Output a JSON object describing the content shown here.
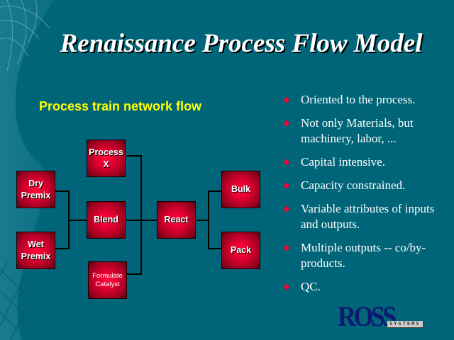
{
  "slide": {
    "title": "Renaissance Process Flow Model",
    "subtitle": "Process train network flow",
    "colors": {
      "background": "#006578",
      "title": "#ffffff",
      "subtitle": "#ffff00",
      "node_fill": "#e20030",
      "bullet": "#ff0033",
      "logo": "#0d1a70"
    }
  },
  "diagram": {
    "nodes": [
      {
        "id": "dry-premix",
        "label": "Dry\nPremix"
      },
      {
        "id": "wet-premix",
        "label": "Wet\nPremix"
      },
      {
        "id": "process-x",
        "label": "Process\nX"
      },
      {
        "id": "blend",
        "label": "Blend"
      },
      {
        "id": "formulate-catalyst",
        "label": "Formulate\nCatalyst"
      },
      {
        "id": "react",
        "label": "React"
      },
      {
        "id": "bulk",
        "label": "Bulk"
      },
      {
        "id": "pack",
        "label": "Pack"
      }
    ],
    "edges": [
      {
        "from": "dry-premix",
        "to": "blend"
      },
      {
        "from": "wet-premix",
        "to": "blend"
      },
      {
        "from": "process-x",
        "to": "react"
      },
      {
        "from": "blend",
        "to": "react"
      },
      {
        "from": "formulate-catalyst",
        "to": "react"
      },
      {
        "from": "react",
        "to": "bulk"
      },
      {
        "from": "react",
        "to": "pack"
      }
    ]
  },
  "bullets": [
    "Oriented to the process.",
    "Not only Materials, but machinery, labor, ...",
    "Capital intensive.",
    "Capacity constrained.",
    "Variable attributes of inputs and outputs.",
    "Multiple outputs --  co/by-products.",
    "QC."
  ],
  "logo": {
    "name": "ROSS",
    "tagline": "SYSTEMS"
  }
}
